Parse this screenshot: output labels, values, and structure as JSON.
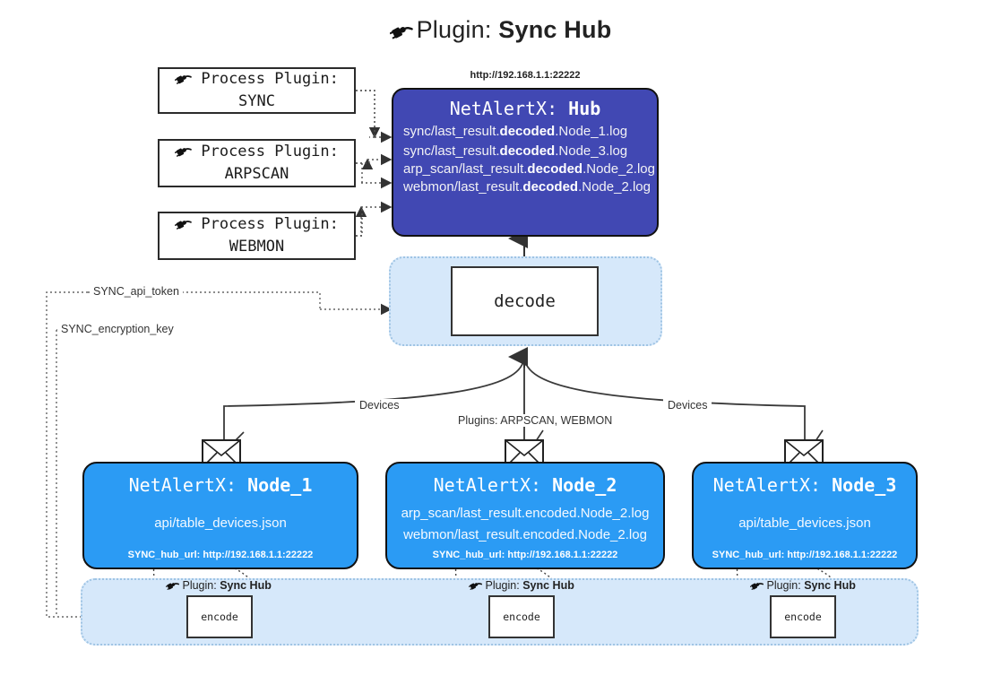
{
  "title": {
    "icon": "plug-icon",
    "label": "Plugin:",
    "name": "Sync Hub"
  },
  "process_plugins": [
    {
      "icon": "plug-icon",
      "line1": "Process Plugin:",
      "line2": "SYNC"
    },
    {
      "icon": "plug-icon",
      "line1": "Process Plugin:",
      "line2": "ARPSCAN"
    },
    {
      "icon": "plug-icon",
      "line1": "Process Plugin:",
      "line2": "WEBMON"
    }
  ],
  "hub": {
    "url": "http://192.168.1.1:22222",
    "title_prefix": "NetAlertX:",
    "title_name": "Hub",
    "logs": [
      {
        "pre": "sync/last_result.",
        "mid": "decoded",
        "post": ".Node_1.log"
      },
      {
        "pre": "sync/last_result.",
        "mid": "decoded",
        "post": ".Node_3.log"
      },
      {
        "pre": "arp_scan/last_result.",
        "mid": "decoded",
        "post": ".Node_2.log"
      },
      {
        "pre": "webmon/last_result.",
        "mid": "decoded",
        "post": ".Node_2.log"
      }
    ]
  },
  "decode": {
    "label": "decode"
  },
  "secrets": [
    {
      "label": "SYNC_api_token"
    },
    {
      "label": "SYNC_encryption_key"
    }
  ],
  "edge_labels": {
    "left_devices": "Devices",
    "center_plugins": "Plugins: ARPSCAN, WEBMON",
    "right_devices": "Devices"
  },
  "nodes": [
    {
      "icon": "envelope-icon",
      "title_prefix": "NetAlertX:",
      "title_name": "Node_1",
      "lines": [
        "api/table_devices.json"
      ],
      "hub_url_label": "SYNC_hub_url: http://192.168.1.1:22222"
    },
    {
      "icon": "envelope-icon",
      "title_prefix": "NetAlertX:",
      "title_name": "Node_2",
      "lines": [
        "arp_scan/last_result.encoded.Node_2.log",
        "webmon/last_result.encoded.Node_2.log"
      ],
      "hub_url_label": "SYNC_hub_url: http://192.168.1.1:22222"
    },
    {
      "icon": "envelope-icon",
      "title_prefix": "NetAlertX:",
      "title_name": "Node_3",
      "lines": [
        "api/table_devices.json"
      ],
      "hub_url_label": "SYNC_hub_url: http://192.168.1.1:22222"
    }
  ],
  "encoders": [
    {
      "icon": "plug-icon",
      "plugin_label": "Plugin:",
      "plugin_name": "Sync Hub",
      "box_label": "encode"
    },
    {
      "icon": "plug-icon",
      "plugin_label": "Plugin:",
      "plugin_name": "Sync Hub",
      "box_label": "encode"
    },
    {
      "icon": "plug-icon",
      "plugin_label": "Plugin:",
      "plugin_name": "Sync Hub",
      "box_label": "encode"
    }
  ],
  "colors": {
    "hub_fill": "#4148b3",
    "node_fill": "#2b9bf4",
    "container_fill": "#d6e8fa",
    "container_border": "#9fc4e4",
    "stroke": "#333333"
  }
}
